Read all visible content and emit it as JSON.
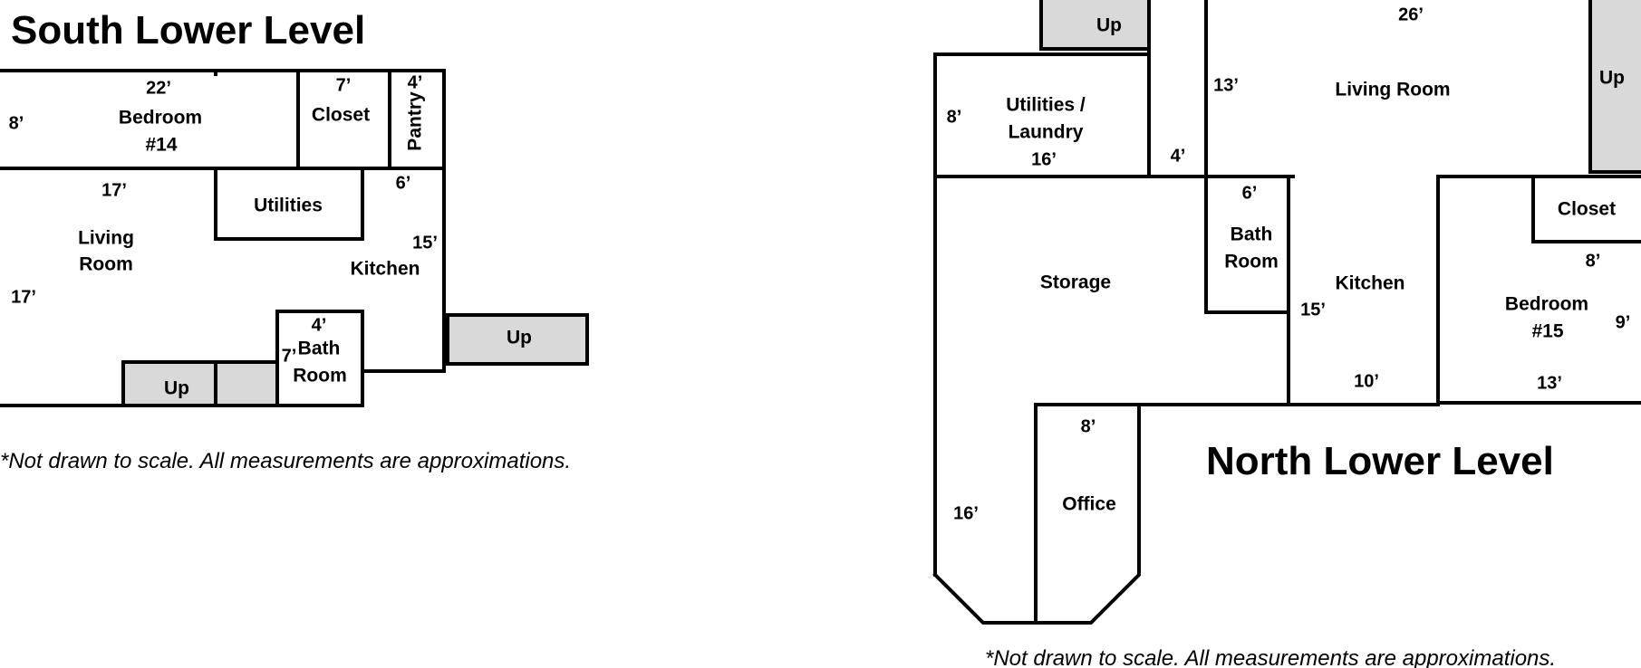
{
  "south": {
    "title": "South Lower Level",
    "note": "*Not drawn to scale.  All measurements are approximations.",
    "rooms": {
      "bedroom_line1": "Bedroom",
      "bedroom_line2": "#14",
      "closet": "Closet",
      "pantry": "Pantry",
      "utilities": "Utilities",
      "living_line1": "Living",
      "living_line2": "Room",
      "kitchen": "Kitchen",
      "bath_line1": "Bath",
      "bath_line2": "Room"
    },
    "stairs": {
      "up1": "Up",
      "up2": "Up"
    },
    "dims": {
      "bed_width": "22’",
      "bed_height": "8’",
      "closet": "7’",
      "pantry": "4’",
      "living_width": "17’",
      "living_height": "17’",
      "kitchen_top": "6’",
      "kitchen_side": "15’",
      "bath_width": "4’",
      "bath_height": "7’"
    }
  },
  "north": {
    "title": "North Lower Level",
    "note": "*Not drawn to scale.  All measurements are approximations.",
    "rooms": {
      "utilities_line1": "Utilities /",
      "utilities_line2": "Laundry",
      "living": "Living Room",
      "storage": "Storage",
      "bath_line1": "Bath",
      "bath_line2": "Room",
      "kitchen": "Kitchen",
      "closet": "Closet",
      "bedroom_line1": "Bedroom",
      "bedroom_line2": "#15",
      "office": "Office"
    },
    "stairs": {
      "up_left": "Up",
      "up_right": "Up"
    },
    "dims": {
      "util_height": "8’",
      "util_width": "16’",
      "hall_height": "13’",
      "hall_width": "4’",
      "living_width": "26’",
      "bath_width": "6’",
      "kitchen_side": "15’",
      "kitchen_bottom": "10’",
      "closet_dim": "8’",
      "bed_height": "9’",
      "bed_width": "13’",
      "office_width": "8’",
      "office_height": "16’"
    }
  }
}
